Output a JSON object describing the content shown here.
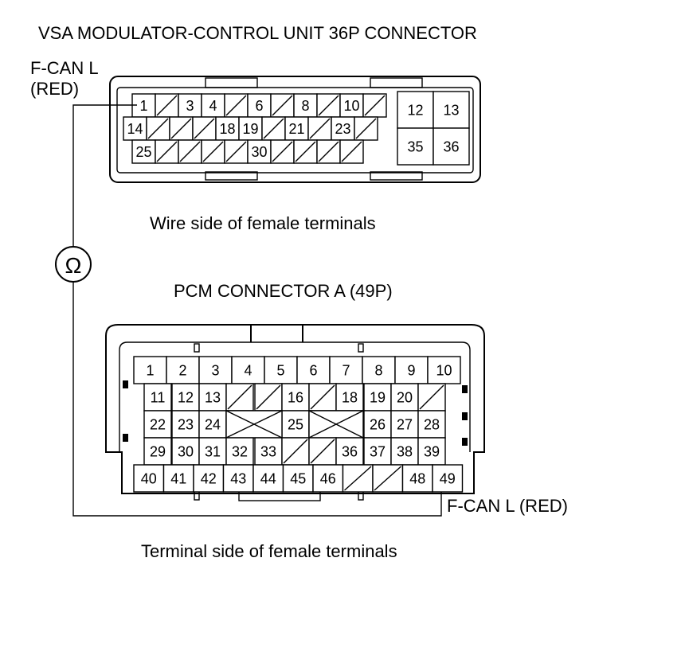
{
  "vsa": {
    "title": "VSA MODULATOR-CONTROL UNIT 36P CONNECTOR",
    "wire_label_line1": "F-CAN L",
    "wire_label_line2": "(RED)",
    "caption": "Wire side of female terminals",
    "rows": [
      [
        "1",
        "/",
        "3",
        "4",
        "/",
        "6",
        "/",
        "8",
        "/",
        "10",
        "/"
      ],
      [
        "14",
        "/",
        "/",
        "/",
        "18",
        "19",
        "/",
        "21",
        "/",
        "23",
        "/"
      ],
      [
        "25",
        "/",
        "/",
        "/",
        "/",
        "30",
        "/",
        "/",
        "/",
        "/"
      ]
    ],
    "right_block": [
      [
        "12",
        "13"
      ],
      [
        "35",
        "36"
      ]
    ]
  },
  "meter": {
    "symbol": "Ω"
  },
  "pcm": {
    "title": "PCM CONNECTOR A (49P)",
    "wire_label": "F-CAN L (RED)",
    "caption": "Terminal side of female terminals",
    "rows": [
      [
        "1",
        "2",
        "3",
        "4",
        "5",
        "6",
        "7",
        "8",
        "9",
        "10"
      ],
      [
        "11",
        "12",
        "13",
        "/",
        "/",
        "16",
        "/",
        "18",
        "19",
        "20",
        "/"
      ],
      [
        "22",
        "23",
        "24",
        "X",
        "X",
        "25",
        "X",
        "X",
        "26",
        "27",
        "28"
      ],
      [
        "29",
        "30",
        "31",
        "32",
        "33",
        "/",
        "/",
        "36",
        "37",
        "38",
        "39"
      ],
      [
        "40",
        "41",
        "42",
        "43",
        "44",
        "45",
        "46",
        "/",
        "/",
        "48",
        "49"
      ]
    ]
  }
}
